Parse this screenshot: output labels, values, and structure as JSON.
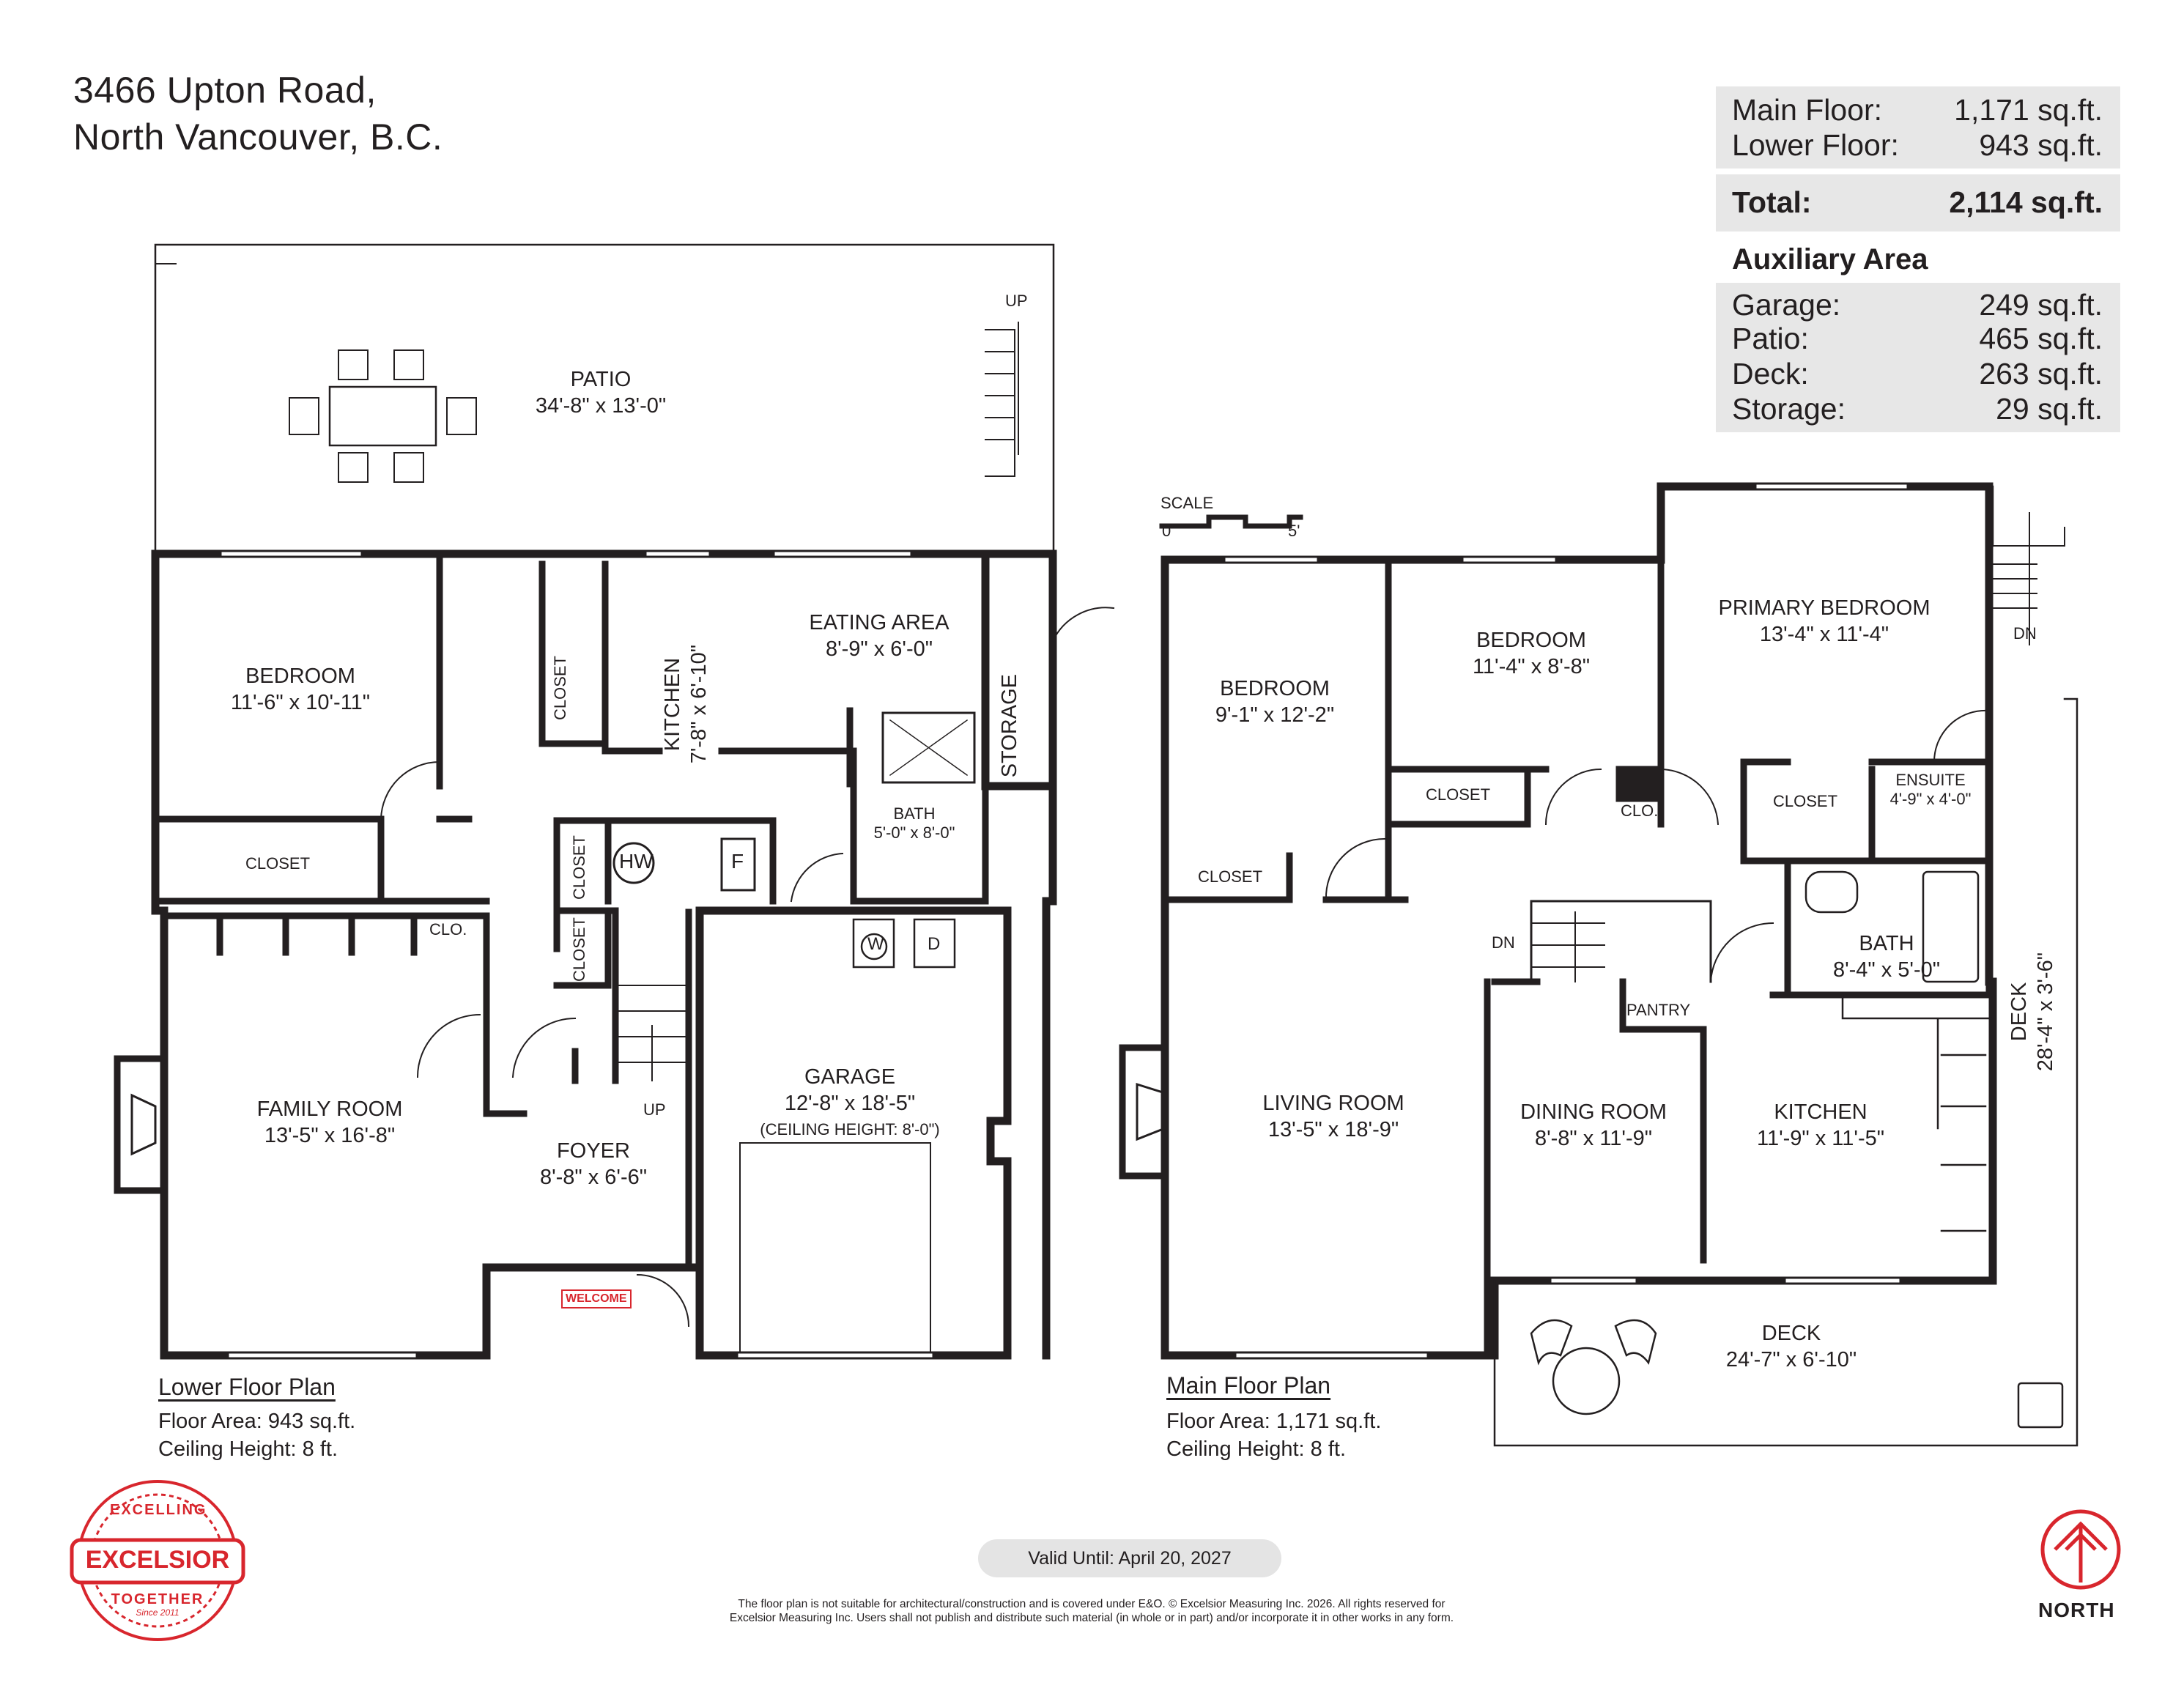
{
  "address": {
    "line1": "3466 Upton Road,",
    "line2": "North Vancouver, B.C."
  },
  "area_summary": {
    "rows": [
      {
        "label": "Main Floor:",
        "value": "1,171 sq.ft."
      },
      {
        "label": "Lower Floor:",
        "value": "943 sq.ft."
      }
    ],
    "total": {
      "label": "Total:",
      "value": "2,114 sq.ft."
    }
  },
  "auxiliary": {
    "title": "Auxiliary Area",
    "rows": [
      {
        "label": "Garage:",
        "value": "249 sq.ft."
      },
      {
        "label": "Patio:",
        "value": "465 sq.ft."
      },
      {
        "label": "Deck:",
        "value": "263 sq.ft."
      },
      {
        "label": "Storage:",
        "value": "29 sq.ft."
      }
    ]
  },
  "scale": {
    "label": "SCALE",
    "start": "0'",
    "end": "5'"
  },
  "lower_floor": {
    "title": "Lower Floor Plan",
    "area": "Floor Area: 943 sq.ft.",
    "ceiling": "Ceiling Height: 8 ft.",
    "rooms": {
      "patio": {
        "name": "PATIO",
        "dims": "34'-8\" x 13'-0\""
      },
      "bedroom": {
        "name": "BEDROOM",
        "dims": "11'-6\" x 10'-11\""
      },
      "closet_bed": "CLOSET",
      "closet_top": "CLOSET",
      "kitchen": {
        "name": "KITCHEN",
        "dims": "7'-8\" x 6'-10\""
      },
      "eating": {
        "name": "EATING AREA",
        "dims": "8'-9\" x 6'-0\""
      },
      "storage": "STORAGE",
      "bath": {
        "name": "BATH",
        "dims": "5'-0\" x 8'-0\""
      },
      "closet_mid1": "CLOSET",
      "closet_mid2": "CLOSET",
      "hw": "HW",
      "f": "F",
      "clo": "CLO.",
      "family": {
        "name": "FAMILY ROOM",
        "dims": "13'-5\" x 16'-8\""
      },
      "foyer": {
        "name": "FOYER",
        "dims": "8'-8\" x 6'-6\""
      },
      "garage": {
        "name": "GARAGE",
        "dims": "12'-8\" x 18'-5\"",
        "note": "(CEILING HEIGHT: 8'-0\")"
      },
      "washer": "W",
      "dryer": "D",
      "up_stair": "UP",
      "up_patio": "UP",
      "welcome": "WELCOME"
    }
  },
  "main_floor": {
    "title": "Main Floor Plan",
    "area": "Floor Area: 1,171 sq.ft.",
    "ceiling": "Ceiling Height: 8 ft.",
    "rooms": {
      "bedroom_left": {
        "name": "BEDROOM",
        "dims": "9'-1\" x 12'-2\""
      },
      "closet_left": "CLOSET",
      "bedroom_mid": {
        "name": "BEDROOM",
        "dims": "11'-4\" x 8'-8\""
      },
      "closet_mid": "CLOSET",
      "clo": "CLO.",
      "primary": {
        "name": "PRIMARY BEDROOM",
        "dims": "13'-4\" x 11'-4\""
      },
      "closet_primary": "CLOSET",
      "ensuite": {
        "name": "ENSUITE",
        "dims": "4'-9\" x 4'-0\""
      },
      "bath": {
        "name": "BATH",
        "dims": "8'-4\" x 5'-0\""
      },
      "pantry": "PANTRY",
      "living": {
        "name": "LIVING ROOM",
        "dims": "13'-5\" x 18'-9\""
      },
      "dining": {
        "name": "DINING ROOM",
        "dims": "8'-8\" x 11'-9\""
      },
      "kitchen": {
        "name": "KITCHEN",
        "dims": "11'-9\" x 11'-5\""
      },
      "deck_bottom": {
        "name": "DECK",
        "dims": "24'-7\" x 6'-10\""
      },
      "deck_side": {
        "name": "DECK",
        "dims": "28'-4\" x 3'-6\""
      },
      "dn_stair": "DN",
      "dn_deck": "DN"
    }
  },
  "valid_until": "Valid Until: April 20, 2027",
  "disclaimer": {
    "line1": "The floor plan is not suitable for architectural/construction and is covered under E&O. © Excelsior Measuring Inc. 2026. All rights reserved for",
    "line2": "Excelsior Measuring Inc. Users shall not publish and distribute such material (in whole or in part) and/or incorporate it in other works in any form."
  },
  "logo": {
    "top": "EXCELLING",
    "name": "EXCELSIOR",
    "bottom": "TOGETHER",
    "since": "Since 2011"
  },
  "north": "NORTH",
  "colors": {
    "wall": "#231f20",
    "box": "#e7e7e7",
    "logo_red": "#d8262d"
  }
}
